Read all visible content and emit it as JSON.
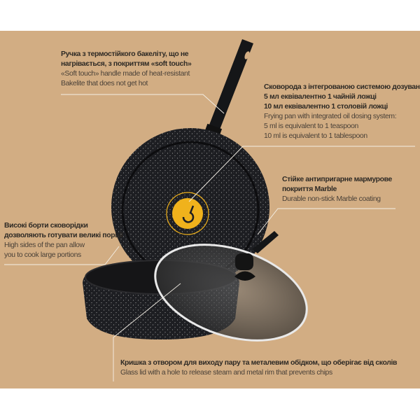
{
  "annotations": {
    "handle": {
      "uk": [
        "Ручка з термостійкого бакеліту,  що не",
        "нагрівається, з покриттям «soft touch»"
      ],
      "en": [
        "«Soft touch» handle made of heat-resistant",
        "Bakelite that does not get hot"
      ]
    },
    "oil_dosing": {
      "uk": [
        "Сковорода з інтегрованою системою дозування олії:",
        "5 мл еквівалентно 1 чайній ложці",
        "10 мл еквівалентно 1 столовій ложці"
      ],
      "en": [
        "Frying pan with integrated oil dosing system:",
        "5 ml is equivalent to 1 teaspoon",
        "10 ml is equivalent to 1 tablespoon"
      ]
    },
    "coating": {
      "uk": [
        "Стійке антипригарне мармурове",
        "покриття Marble"
      ],
      "en": [
        "Durable non-stick Marble coating"
      ]
    },
    "sides": {
      "uk": [
        "Високі борти сковорідки",
        "дозволяють готувати великі порції"
      ],
      "en": [
        "High sides of the pan allow",
        "you to cook large portions"
      ]
    },
    "lid": {
      "uk": [
        "Кришка з отвором для виходу пару та металевим обідком, що оберігає від сколів"
      ],
      "en": [
        "Glass lid with a hole to release steam and metal rim that prevents chips"
      ]
    }
  },
  "colors": {
    "background": "#d2ad83",
    "pan": "#1c1d20",
    "logo": "#f0b21c",
    "text": "#2e2a25"
  }
}
